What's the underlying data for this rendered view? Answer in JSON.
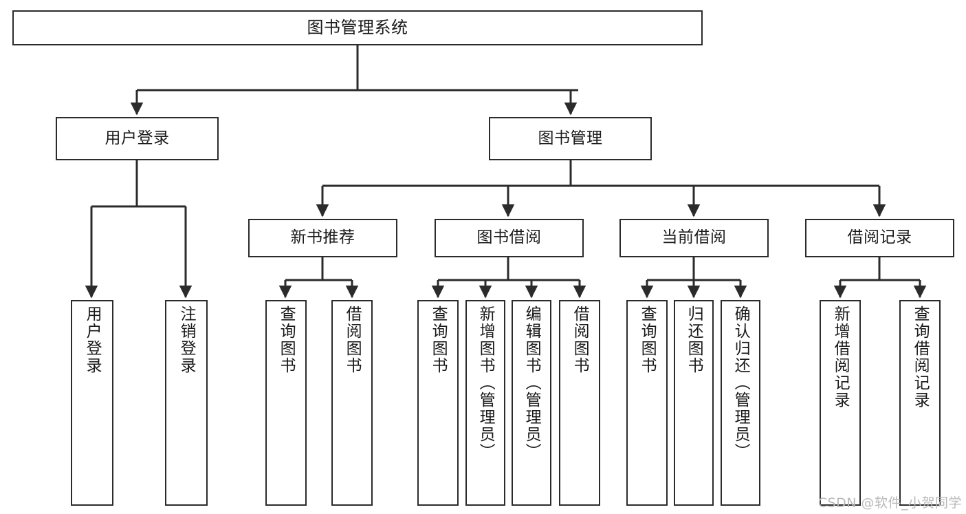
{
  "diagram": {
    "title": "图书管理系统",
    "type": "tree-hierarchy-diagram",
    "watermark": "CSDN @软件_小贺同学",
    "colors": {
      "stroke": "#2b2b2b",
      "fill": "#ffffff",
      "text": "#1a1a1a",
      "watermark": "#b9b9b9"
    },
    "nodes": {
      "root": {
        "label": "图书管理系统"
      },
      "level2": [
        {
          "id": "user-login",
          "label": "用户登录"
        },
        {
          "id": "book-manage",
          "label": "图书管理"
        }
      ],
      "level3": [
        {
          "id": "new-book-recommend",
          "label": "新书推荐"
        },
        {
          "id": "book-borrow",
          "label": "图书借阅"
        },
        {
          "id": "current-borrow",
          "label": "当前借阅"
        },
        {
          "id": "borrow-record",
          "label": "借阅记录"
        }
      ],
      "leaves": [
        {
          "id": "leaf-user-login",
          "label": "用户登录",
          "parent": "user-login"
        },
        {
          "id": "leaf-logout",
          "label": "注销登录",
          "parent": "user-login"
        },
        {
          "id": "leaf-query-book-1",
          "label": "查询图书",
          "parent": "new-book-recommend"
        },
        {
          "id": "leaf-borrow-book-1",
          "label": "借阅图书",
          "parent": "new-book-recommend"
        },
        {
          "id": "leaf-query-book-2",
          "label": "查询图书",
          "parent": "book-borrow"
        },
        {
          "id": "leaf-add-book",
          "label": "新增图书（管理员）",
          "parent": "book-borrow"
        },
        {
          "id": "leaf-edit-book",
          "label": "编辑图书（管理员）",
          "parent": "book-borrow"
        },
        {
          "id": "leaf-borrow-book-2",
          "label": "借阅图书",
          "parent": "book-borrow"
        },
        {
          "id": "leaf-query-book-3",
          "label": "查询图书",
          "parent": "current-borrow"
        },
        {
          "id": "leaf-return-book",
          "label": "归还图书",
          "parent": "current-borrow"
        },
        {
          "id": "leaf-confirm-return",
          "label": "确认归还（管理员）",
          "parent": "current-borrow"
        },
        {
          "id": "leaf-add-record",
          "label": "新增借阅记录",
          "parent": "borrow-record"
        },
        {
          "id": "leaf-query-record",
          "label": "查询借阅记录",
          "parent": "borrow-record"
        }
      ]
    }
  }
}
